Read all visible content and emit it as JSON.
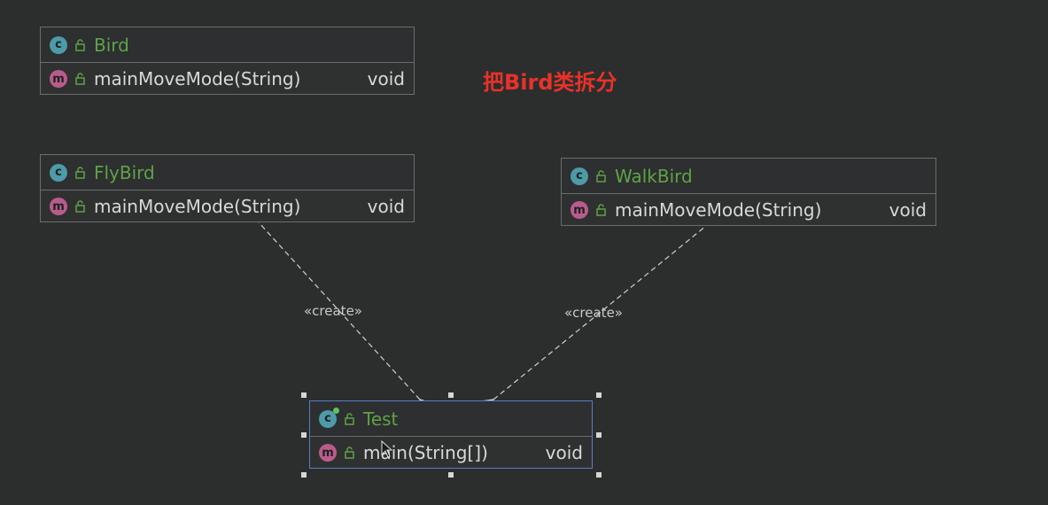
{
  "annotation": "把Bird类拆分",
  "classes": {
    "bird": {
      "name": "Bird",
      "badge": "c",
      "method": "mainMoveMode(String)",
      "return_type": "void"
    },
    "flybird": {
      "name": "FlyBird",
      "badge": "c",
      "method": "mainMoveMode(String)",
      "return_type": "void"
    },
    "walkbird": {
      "name": "WalkBird",
      "badge": "c",
      "method": "mainMoveMode(String)",
      "return_type": "void"
    },
    "test": {
      "name": "Test",
      "badge": "c",
      "method": "main(String[])",
      "return_type": "void"
    }
  },
  "method_badge": "m",
  "relations": [
    {
      "from": "Test",
      "to": "FlyBird",
      "label": "«create»",
      "style": "dashed"
    },
    {
      "from": "Test",
      "to": "WalkBird",
      "label": "«create»",
      "style": "dashed"
    }
  ],
  "selected_class": "Test",
  "colors": {
    "background": "#2b2e2d",
    "class_name": "#5fa247",
    "annotation": "#e8322a",
    "selection_border": "#5c7cc1",
    "class_badge": "#4d9aa8",
    "method_badge": "#b95c8c"
  }
}
